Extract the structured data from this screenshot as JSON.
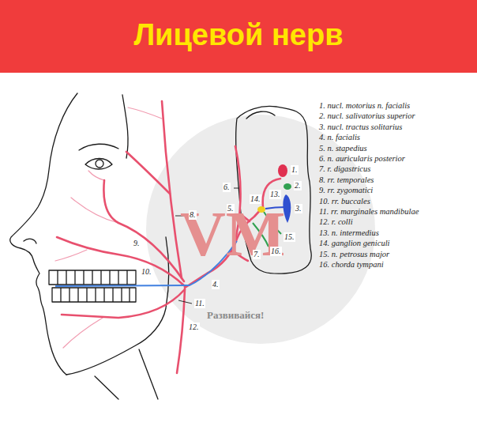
{
  "diagram": {
    "title": "Лицевой нерв",
    "labels": [
      "VM",
      "Развивайся!",
      "1. nucl. motorius n. facialis",
      "2. nucl. salivatorius superior",
      "3. nucl. tractus solitarius",
      "4. n. facialis",
      "5. n. stapedius",
      "6. n. auricularis posterior",
      "7. r. digastricus",
      "8. rr. temporales",
      "9. rr. zygomatici",
      "10. rr. buccales",
      "11. rr. marginales mandibulae",
      "12. r. colli",
      "13. n. intermedius",
      "14. ganglion geniculi",
      "15. n. petrosus major",
      "16. chorda tympani",
      "1.",
      "2.",
      "3.",
      "4.",
      "5.",
      "6.",
      "7.",
      "8.",
      "9.",
      "10.",
      "11.",
      "12.",
      "13.",
      "14.",
      "15.",
      "16."
    ]
  }
}
